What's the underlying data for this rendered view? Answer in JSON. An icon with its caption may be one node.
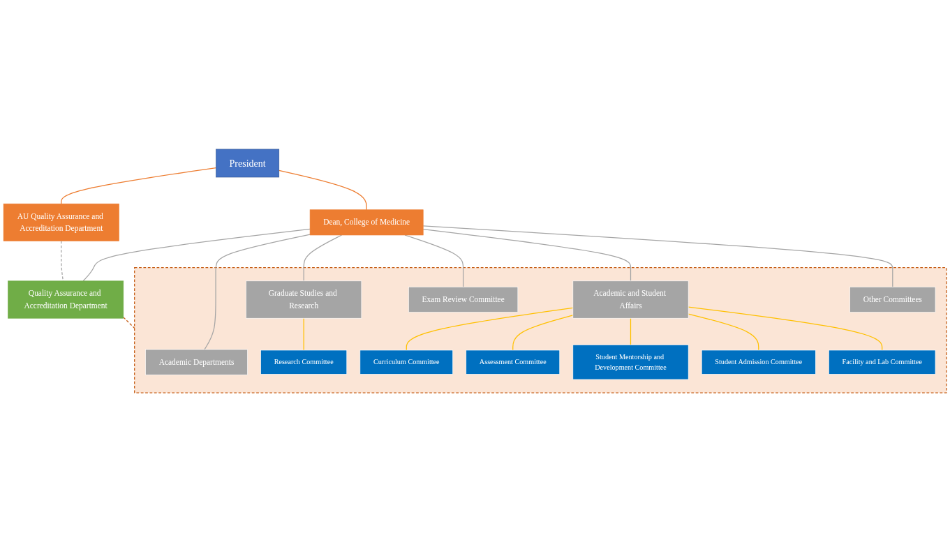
{
  "diagram": {
    "nodes": [
      {
        "text": [
          "President"
        ]
      },
      {
        "text": [
          "AU Quality Assurance and Accreditation Department"
        ]
      },
      {
        "text": [
          "Dean, College of Medicine"
        ]
      },
      {
        "text": [
          "Quality Assurance and Accreditation Department"
        ]
      },
      {
        "text": [],
        "shape": "box"
      },
      {
        "text": [
          "Academic Departments"
        ],
        "in": 4
      },
      {
        "text": [
          "Graduate Studies and Research"
        ],
        "in": 4
      },
      {
        "text": [
          "Exam Review Committee"
        ],
        "in": 4
      },
      {
        "text": [
          "Academic and Student Affairs"
        ],
        "in": 4
      },
      {
        "text": [
          "Other Committees"
        ],
        "in": 4
      },
      {
        "text": [
          "Research Committee"
        ],
        "in": 4
      },
      {
        "text": [
          "Curriculum Committee"
        ],
        "in": 4
      },
      {
        "text": [
          "Assessment Committee"
        ],
        "in": 4
      },
      {
        "text": [
          "Student Mentorship and Development Committee"
        ],
        "in": 4
      },
      {
        "text": [
          "Student Admission Committee"
        ],
        "in": 4
      },
      {
        "text": [
          "Facility and Lab Committee"
        ],
        "in": 4
      }
    ],
    "edges": [
      {
        "from": 0,
        "to": 1,
        "arrow": "none",
        "color": "#ed7d31"
      },
      {
        "from": 0,
        "to": 2,
        "arrow": "none",
        "color": "#ed7d31"
      },
      {
        "from": 2,
        "to": 3,
        "arrow": "none"
      },
      {
        "from": 2,
        "to": 5,
        "arrow": "none"
      },
      {
        "from": 2,
        "to": 6,
        "arrow": "none"
      },
      {
        "from": 2,
        "to": 7,
        "arrow": "none"
      },
      {
        "from": 2,
        "to": 8,
        "arrow": "none"
      },
      {
        "from": 2,
        "to": 9,
        "arrow": "none"
      },
      {
        "from": 1,
        "to": 3,
        "arrow": "none",
        "style": "dashed"
      },
      {
        "from": 3,
        "to": 4,
        "arrow": "none",
        "style": "dashed",
        "color": "#c55a11"
      },
      {
        "from": 6,
        "to": 10,
        "arrow": "none",
        "color": "#ffc000"
      },
      {
        "from": 8,
        "to": 11,
        "arrow": "none",
        "color": "#ffc000"
      },
      {
        "from": 8,
        "to": 12,
        "arrow": "none",
        "color": "#ffc000"
      },
      {
        "from": 8,
        "to": 13,
        "arrow": "none",
        "color": "#ffc000"
      },
      {
        "from": 8,
        "to": 14,
        "arrow": "none",
        "color": "#ffc000"
      },
      {
        "from": 8,
        "to": 15,
        "arrow": "none",
        "color": "#ffc000"
      }
    ]
  }
}
